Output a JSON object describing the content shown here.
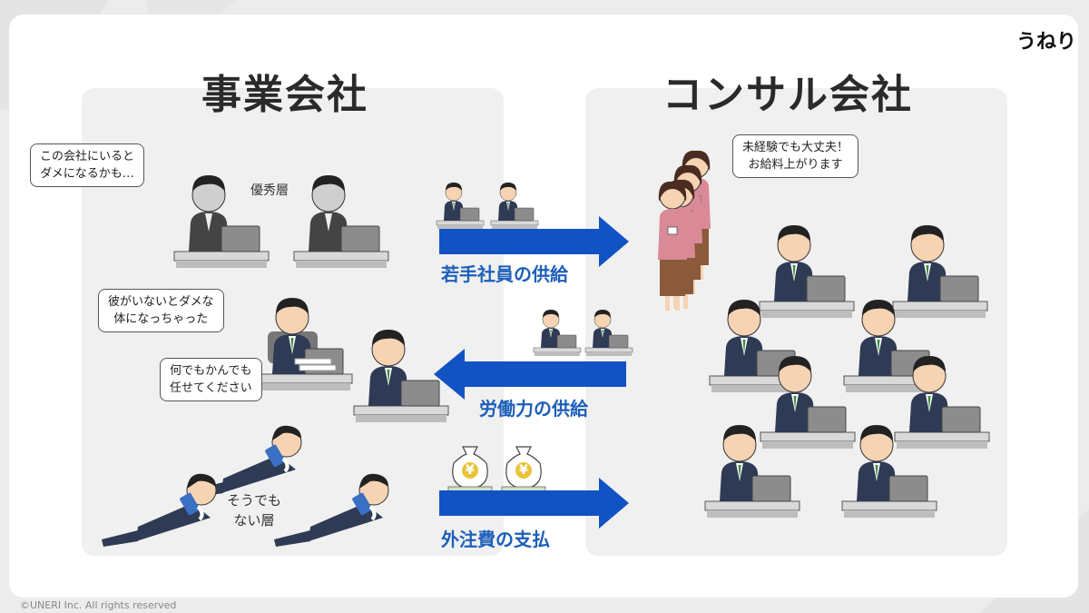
{
  "logo": "うねり",
  "copyright": "©UNERI Inc. All rights reserved",
  "left_panel": {
    "title": "事業会社",
    "bubble_1": [
      "この会社にいると",
      "ダメになるかも…"
    ],
    "label_excellent": "優秀層",
    "bubble_2": [
      "彼がいないとダメな",
      "体になっちゃった"
    ],
    "bubble_3": [
      "何でもかんでも",
      "任せてください"
    ],
    "label_others": [
      "そうでも",
      "ない層"
    ]
  },
  "right_panel": {
    "title": "コンサル会社",
    "bubble": [
      "未経験でも大丈夫！",
      "お給料上がります"
    ]
  },
  "arrows": [
    {
      "label": "若手社員の供給",
      "direction": "right"
    },
    {
      "label": "労働力の供給",
      "direction": "left"
    },
    {
      "label": "外注費の支払",
      "direction": "right"
    }
  ],
  "money_symbol": "¥",
  "colors": {
    "arrow": "#1253c4",
    "arrow_label": "#1e5fb8",
    "suit": "#2f3a55",
    "hair": "#222222",
    "laptop": "#8c8c8c"
  }
}
